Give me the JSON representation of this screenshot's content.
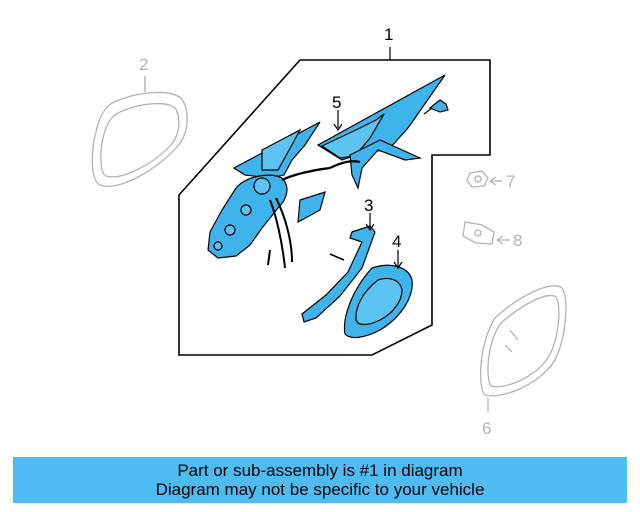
{
  "callouts": {
    "c1": "1",
    "c2": "2",
    "c3": "3",
    "c4": "4",
    "c5": "5",
    "c6": "6",
    "c7": "7",
    "c8": "8"
  },
  "banner": {
    "line1": "Part or sub-assembly is #1 in diagram",
    "line2": "Diagram may not be specific to your vehicle"
  },
  "colors": {
    "highlight": "#4ebcf2",
    "part_fill": "#3fb4ec",
    "outline": "#000000",
    "ghost": "#b3b3b3"
  }
}
